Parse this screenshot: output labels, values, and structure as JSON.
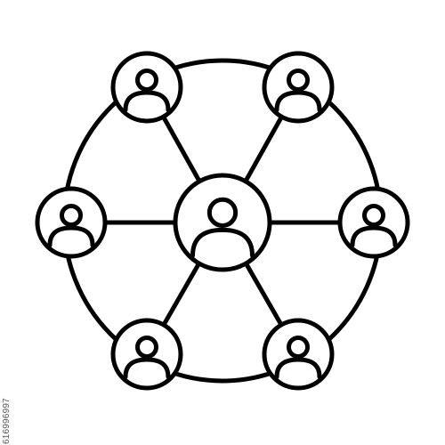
{
  "icon": {
    "name": "user-network-icon",
    "stroke_color": "#000000",
    "fill_color": "#ffffff",
    "center_node": "person",
    "outer_nodes": [
      "person",
      "person",
      "person",
      "person",
      "person",
      "person"
    ]
  },
  "stock_id": "616996997"
}
